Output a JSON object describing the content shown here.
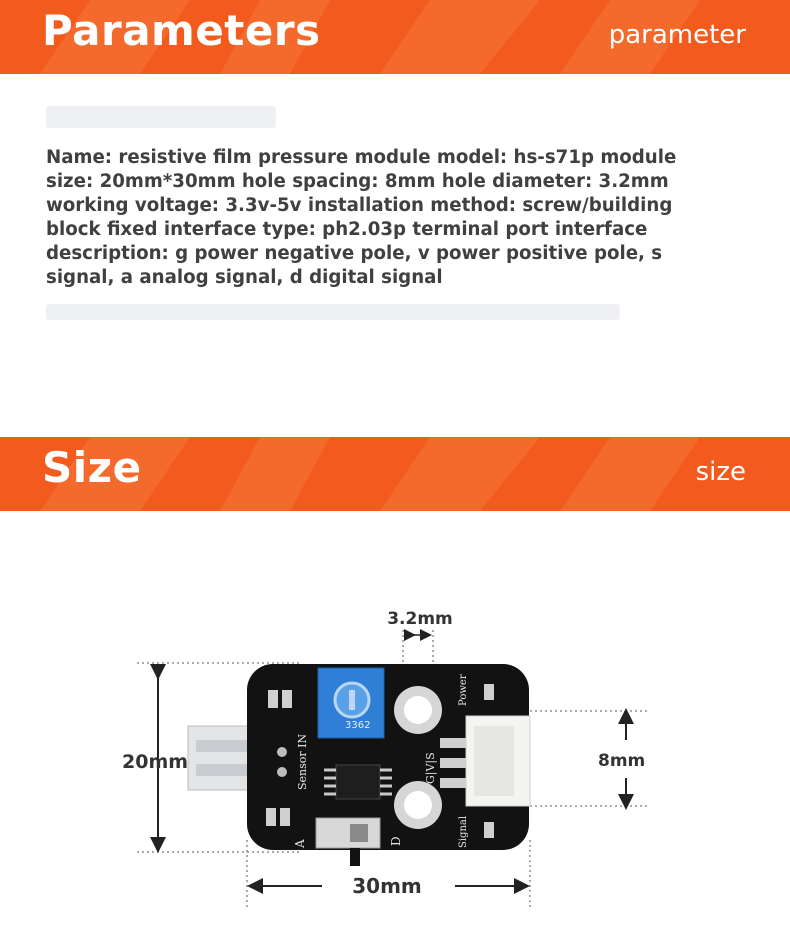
{
  "sections": {
    "parameters": {
      "title": "Parameters",
      "subtitle": "parameter"
    },
    "size": {
      "title": "Size",
      "subtitle": "size"
    }
  },
  "description": "Name: resistive film pressure module model: hs-s71p module size: 20mm*30mm hole spacing: 8mm hole diameter: 3.2mm working voltage: 3.3v-5v installation method: screw/building block fixed interface type: ph2.03p terminal port interface description: g power negative pole, v power positive pole, s signal, a analog signal, d digital signal",
  "dimensions": {
    "hole_diameter": "3.2mm",
    "height": "20mm",
    "width": "30mm",
    "hole_spacing": "8mm"
  },
  "board_labels": {
    "sensor_in": "Sensor IN",
    "power": "Power",
    "signal": "Signal",
    "pins": "G|V|S",
    "analog": "A",
    "digital": "D",
    "pot_code": "3362"
  },
  "colors": {
    "accent": "#f25a1e",
    "board": "#101010",
    "pot": "#2f7fd6"
  }
}
